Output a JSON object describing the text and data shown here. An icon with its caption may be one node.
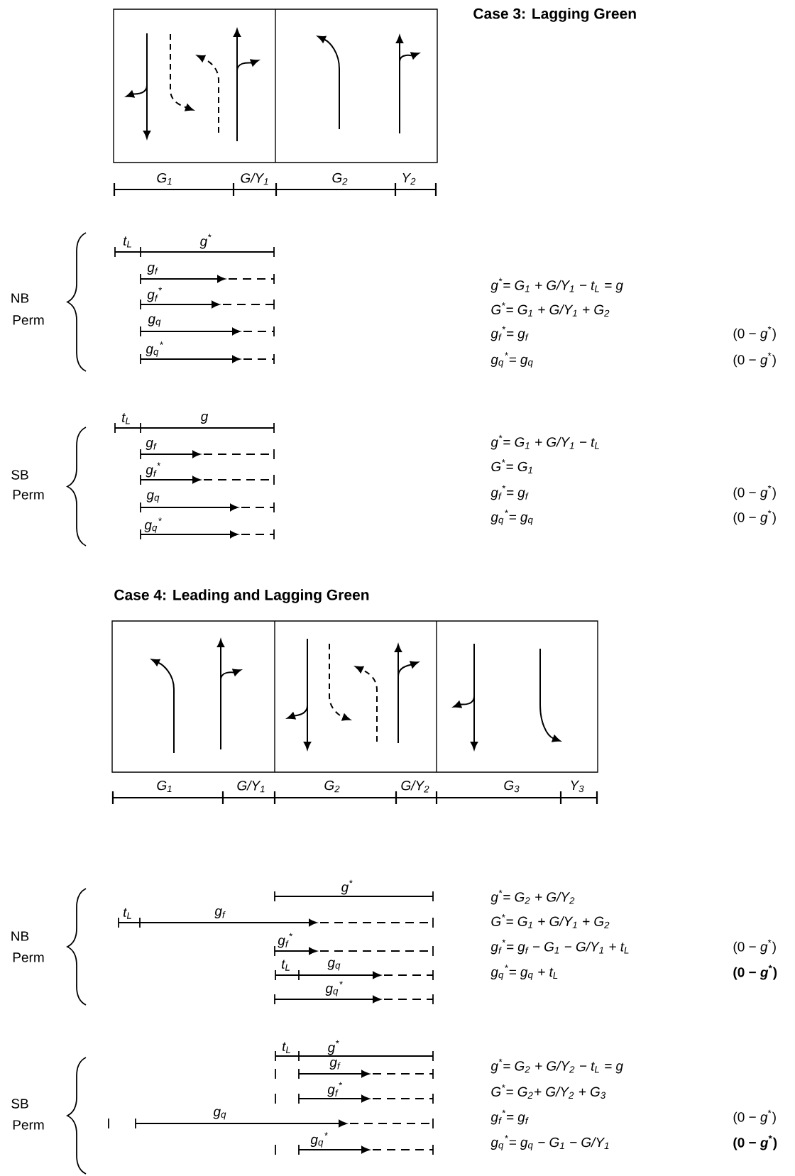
{
  "diagram": {
    "labels": [
      "Case 3: Lagging Green",
      "G$_{1}$",
      "G/Y$_{1}$",
      "G$_{2}$",
      "Y$_{2}$",
      "t$_{L}$",
      "g$^{*}$",
      "g$_{f}$",
      "g$_{f}$$^{*}$",
      "g$_{q}$",
      "g$_{q}$$^{*}$",
      "NB",
      "Perm",
      "g$^{*}$= G$_{1}$ + G/Y$_{1}$ − t$_{L}$ = g",
      "G$^{*}$= G$_{1}$ + G/Y$_{1}$ + G$_{2}$",
      "g$_{f}$$^{*}$= g$_{f}$",
      "(0 − *g*$^{*}$)",
      "g$_{q}$$^{*}$= g$_{q}$",
      "(0 − *g*$^{*}$)",
      "t$_{L}$",
      "g",
      "g$_{f}$",
      "g$_{f}$$^{*}$",
      "g$_{q}$",
      "g$_{q}$$^{*}$",
      "SB",
      "Perm",
      "g$^{*}$= G$_{1}$ + G/Y$_{1}$ − t$_{L}$",
      "G$^{*}$= G$_{1}$",
      "g$_{f}$$^{*}$= g$_{f}$",
      "(0 − *g*$^{*}$)",
      "g$_{q}$$^{*}$= g$_{q}$",
      "(0 − *g*$^{*}$)",
      "Case 4: Leading and Lagging Green",
      "G$_{1}$",
      "G/Y$_{1}$",
      "G$_{2}$",
      "G/Y$_{2}$",
      "G$_{3}$",
      "Y$_{3}$",
      "g$^{*}$",
      "t$_{L}$",
      "g$_{f}$",
      "g$_{f}$$^{*}$",
      "t$_{L}$",
      "g$_{q}$",
      "g$_{q}$$^{*}$",
      "NB",
      "Perm",
      "g$^{*}$= G$_{2}$ + G/Y$_{2}$",
      "G$^{*}$= G$_{1}$ + G/Y$_{1}$ + G$_{2}$",
      "g$_{f}$$^{*}$= g$_{f}$ − G$_{1}$ − G/Y$_{1}$ + t$_{L}$",
      "(0 − *g*$^{*}$)",
      "g$_{q}$$^{*}$= g$_{q}$ + t$_{L}$",
      "(0 − *g*$^{*}$)",
      "t$_{L}$",
      "g$^{*}$",
      "g$_{f}$",
      "g$_{f}$$^{*}$",
      "g$_{q}$",
      "g$_{q}$$^{*}$",
      "SB",
      "Perm",
      "g$^{*}$= G$_{2}$ + G/Y$_{2}$ − t$_{L}$ = g",
      "G$^{*}$= G$_{2}$+ G/Y$_{2}$ + G$_{3}$",
      "g$_{f}$$^{*}$= g$_{f}$",
      "(0 − *g*$^{*}$)",
      "g$_{q}$$^{*}$= g$_{q}$ − G$_{1}$ − G/Y$_{1}$",
      "(0 − *g*$^{*}$)"
    ]
  }
}
